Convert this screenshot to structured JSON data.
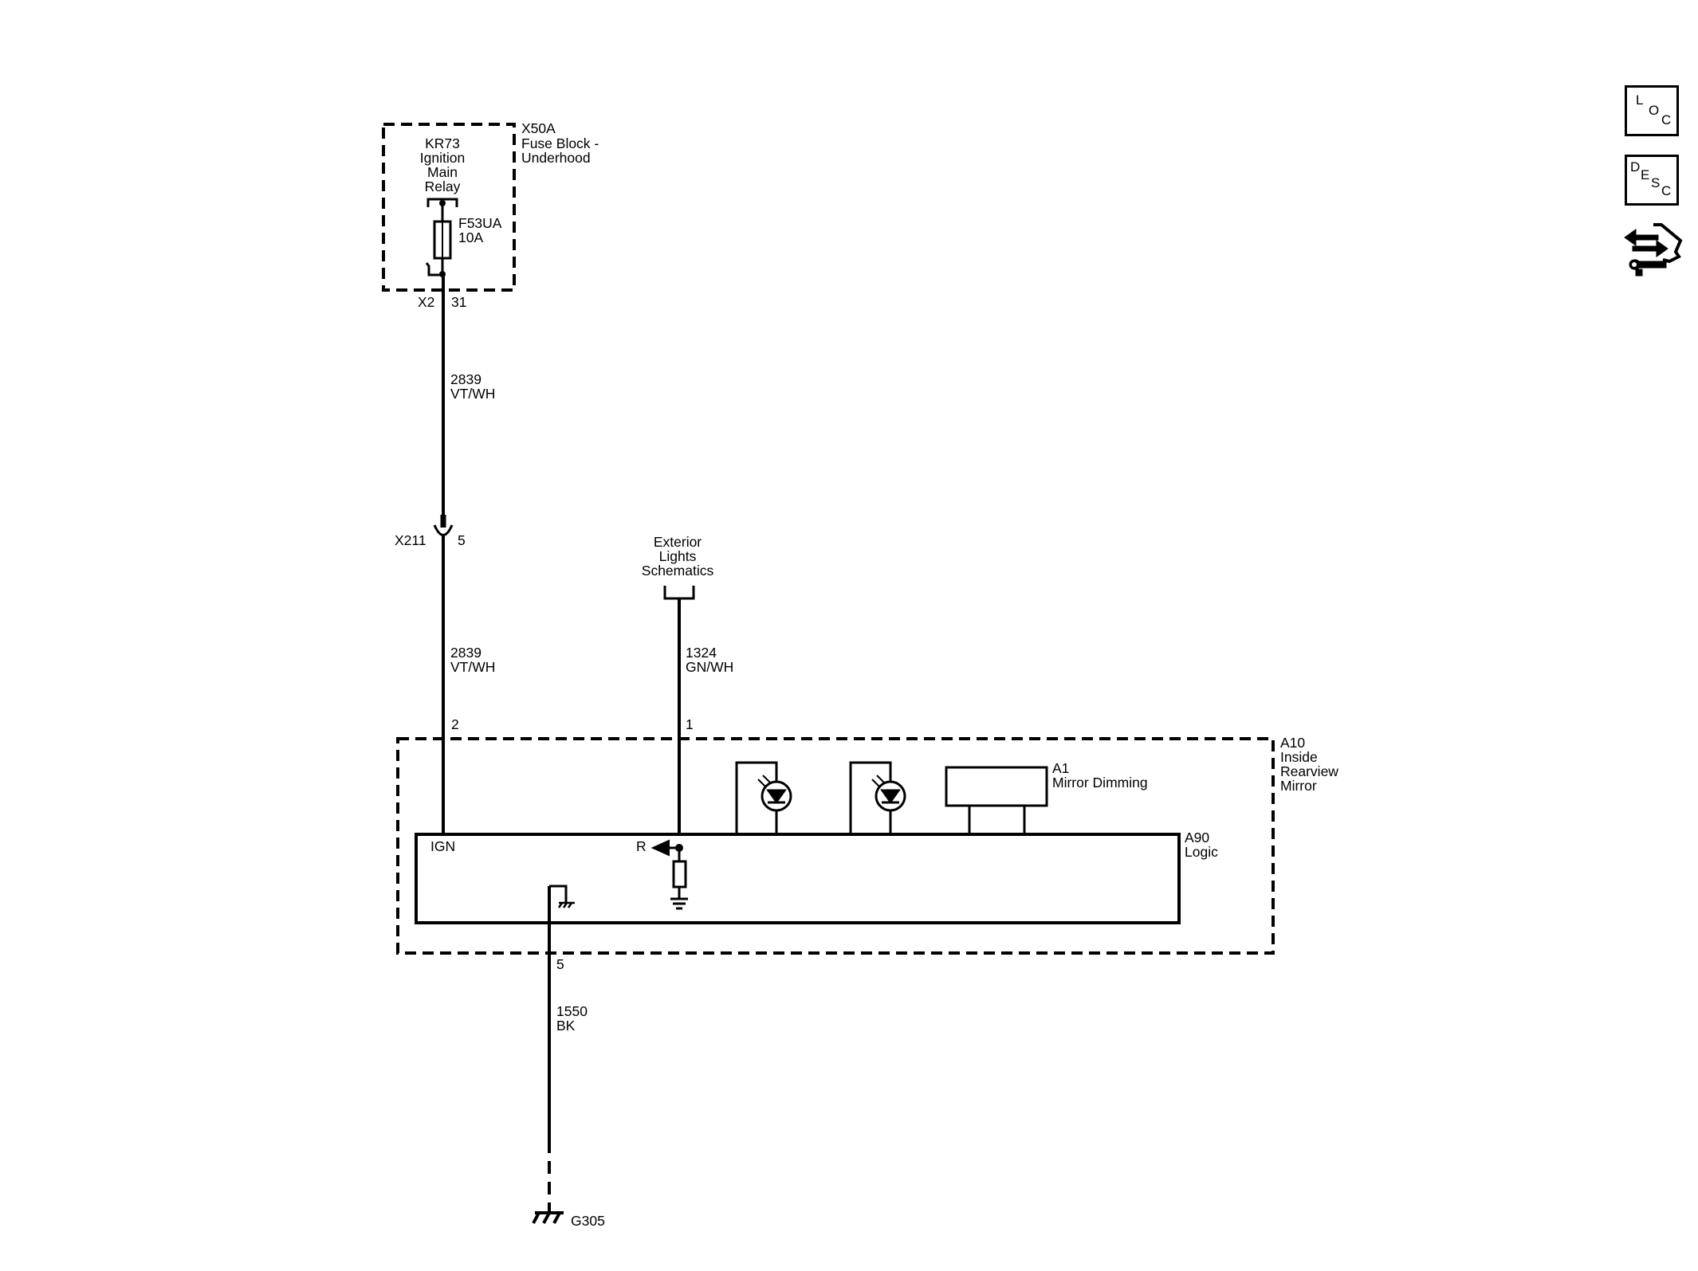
{
  "fuse_block": {
    "relay_name": "KR73",
    "relay_desc_1": "Ignition",
    "relay_desc_2": "Main",
    "relay_desc_3": "Relay",
    "fuse_name": "F53UA",
    "fuse_rating": "10A",
    "block_id": "X50A",
    "block_desc_1": "Fuse Block -",
    "block_desc_2": "Underhood",
    "connector": "X2",
    "pin": "31"
  },
  "wires": {
    "ign_upper": {
      "circuit": "2839",
      "color": "VT/WH"
    },
    "ign_lower": {
      "circuit": "2839",
      "color": "VT/WH"
    },
    "reverse": {
      "circuit": "1324",
      "color": "GN/WH"
    },
    "ground": {
      "circuit": "1550",
      "color": "BK"
    }
  },
  "inline_connector": {
    "name": "X211",
    "pin": "5"
  },
  "exterior_lights": {
    "line1": "Exterior",
    "line2": "Lights",
    "line3": "Schematics"
  },
  "mirror": {
    "id": "A10",
    "desc_1": "Inside",
    "desc_2": "Rearview",
    "desc_3": "Mirror",
    "pin_ign": "2",
    "pin_reverse": "1",
    "pin_ground": "5",
    "dimming_id": "A1",
    "dimming_label": "Mirror Dimming",
    "logic_id": "A90",
    "logic_label": "Logic",
    "ign_label": "IGN",
    "reverse_label": "R"
  },
  "ground_point": "G305",
  "side_buttons": {
    "loc": {
      "c1": "L",
      "c2": "O",
      "c3": "C"
    },
    "desc": {
      "c1": "D",
      "c2": "E",
      "c3": "S",
      "c4": "C"
    },
    "connector_icon": "connector-wrench-icon"
  }
}
